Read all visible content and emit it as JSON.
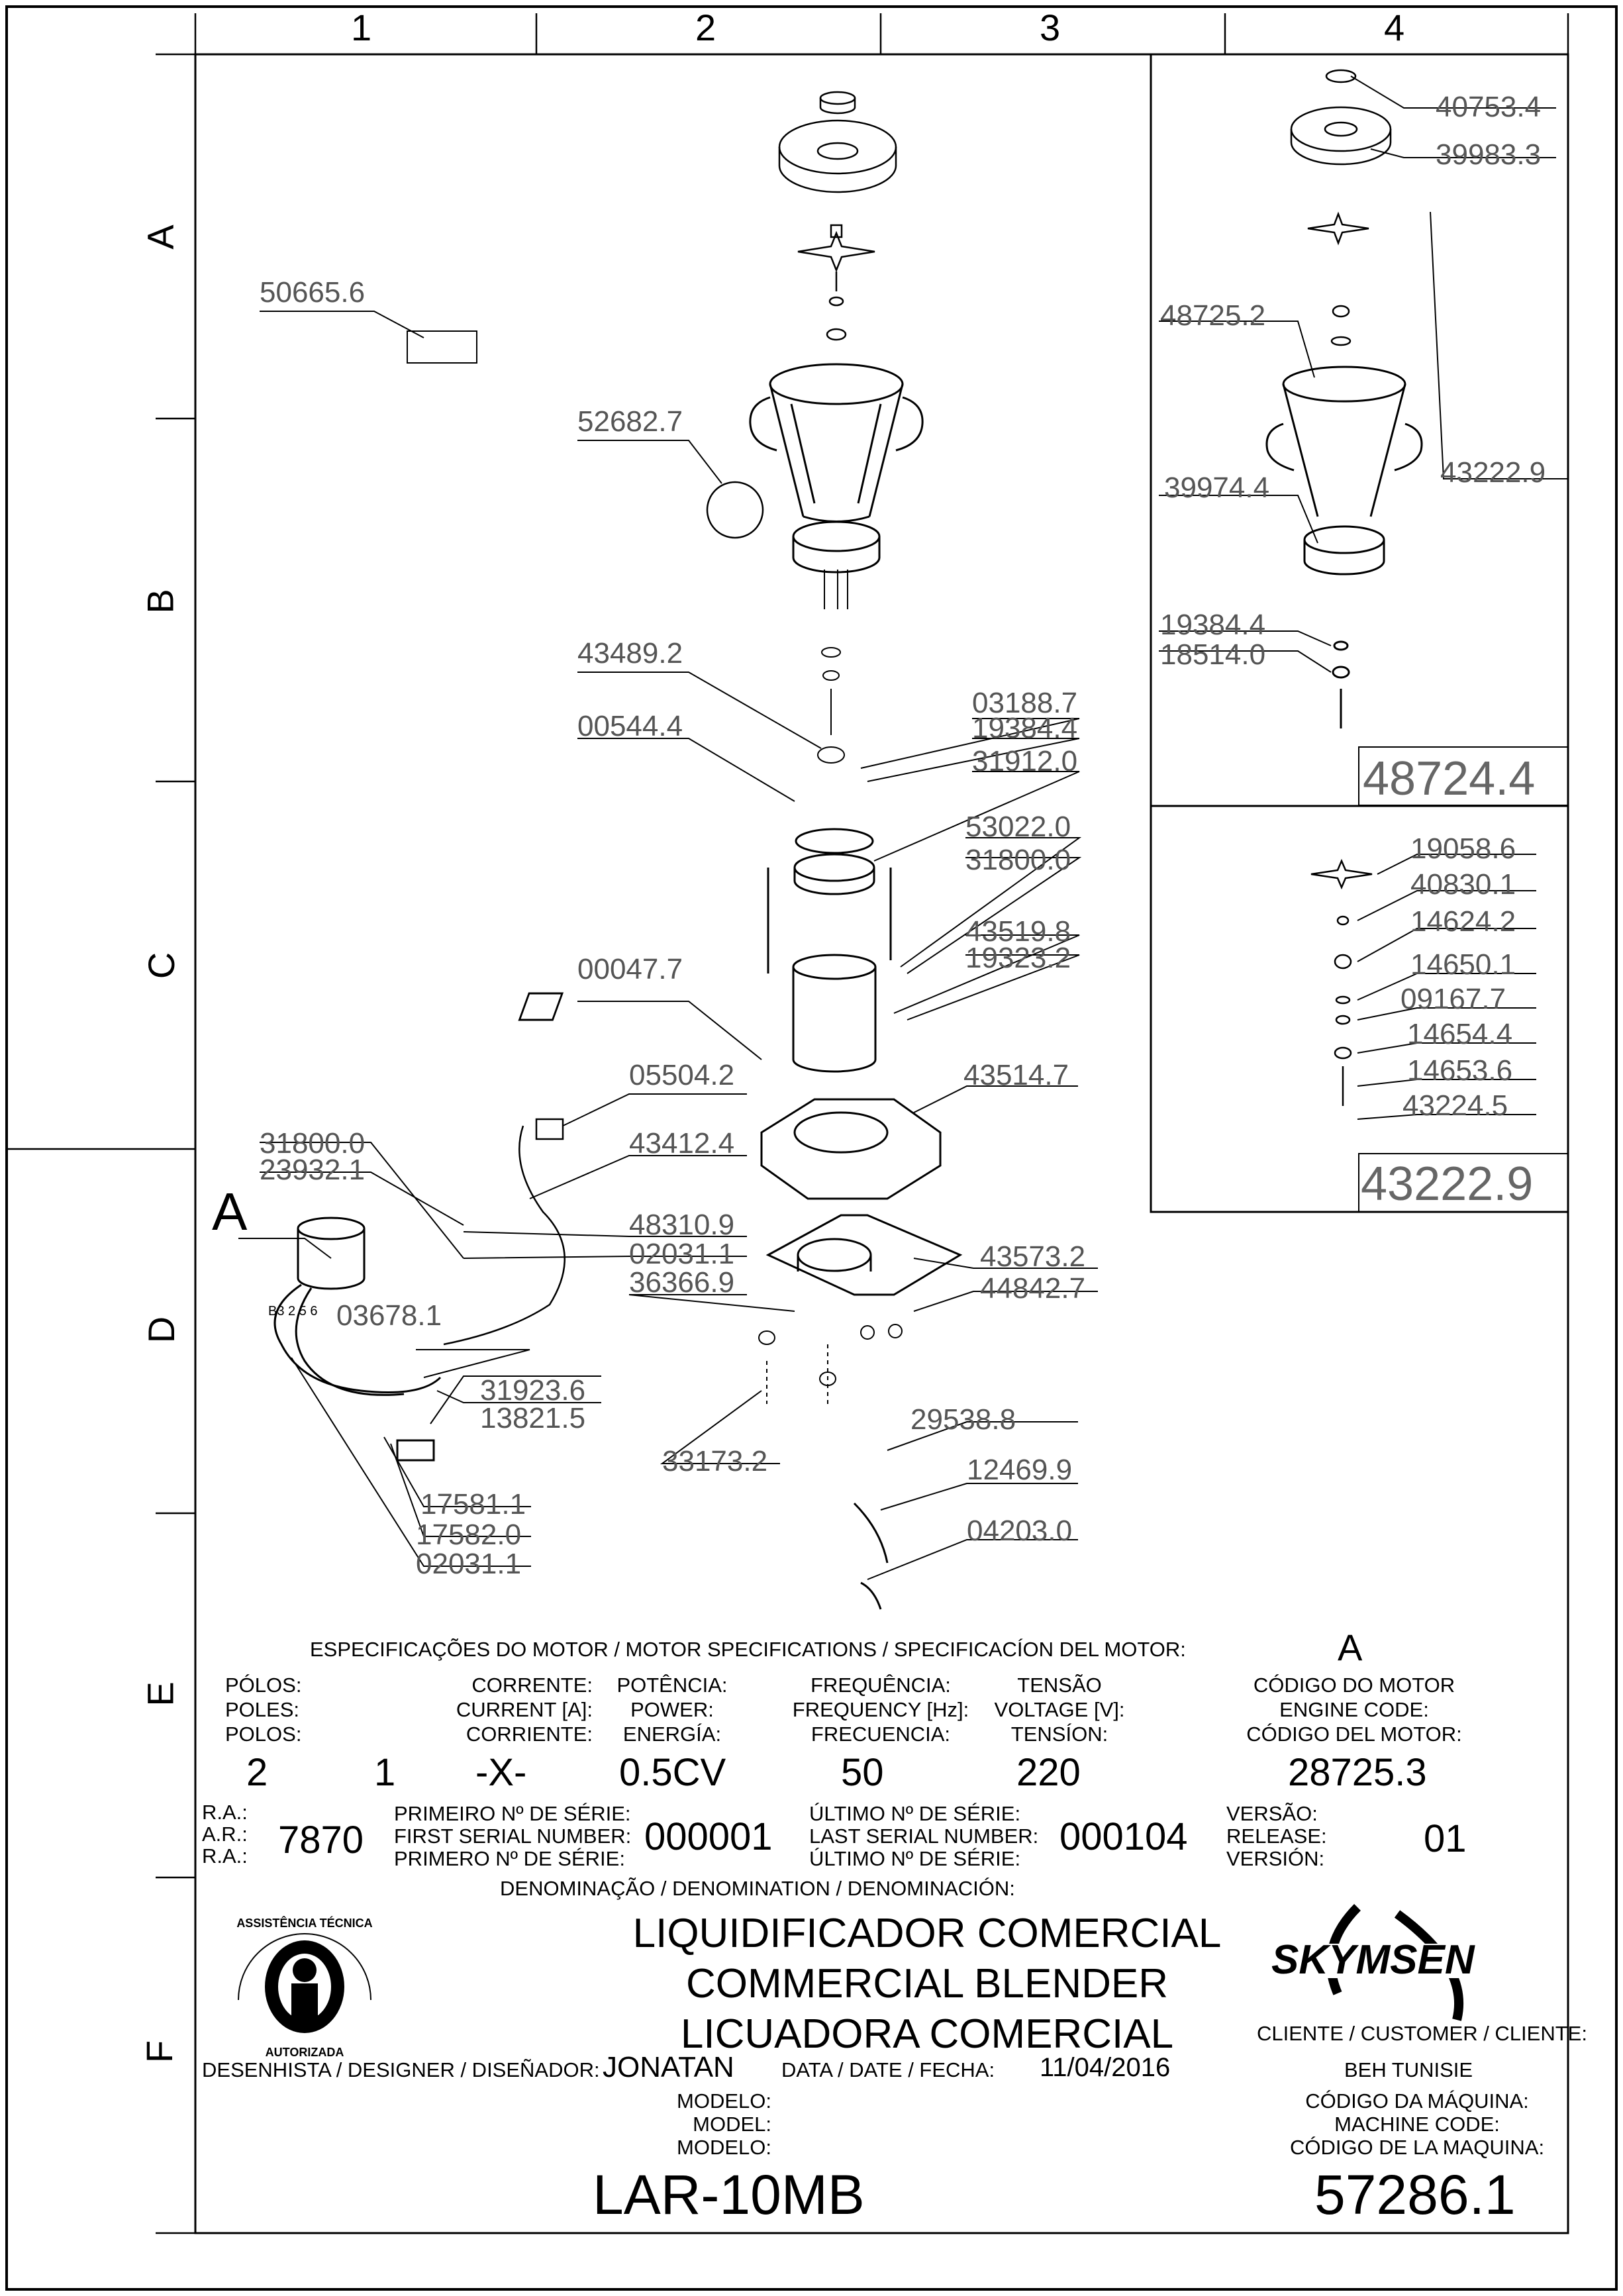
{
  "sheet": {
    "columns": [
      "1",
      "2",
      "3",
      "4"
    ],
    "rows": [
      "A",
      "B",
      "C",
      "D",
      "E",
      "F"
    ]
  },
  "parts": {
    "main": [
      "50665.6",
      "52682.7",
      "43489.2",
      "00544.4",
      "03188.7",
      "19384.4",
      "31912.0",
      "53022.0",
      "31800.0",
      "43519.8",
      "19323.2",
      "00047.7",
      "05504.2",
      "43514.7",
      "43412.4",
      "31800.0",
      "23932.1",
      "48310.9",
      "02031.1",
      "36366.9",
      "43573.2",
      "44842.7",
      "03678.1",
      "31923.6",
      "13821.5",
      "33173.2",
      "29538.8",
      "12469.9",
      "04203.0",
      "17581.1",
      "17582.0",
      "02031.1"
    ],
    "detail_a": "A",
    "wire_labels": "B3 2 5 6",
    "kit1": {
      "code": "48724.4",
      "labels": [
        "40753.4",
        "39983.3",
        "48725.2",
        "43222.9",
        "39974.4",
        "19384.4",
        "18514.0"
      ]
    },
    "kit2": {
      "code": "43222.9",
      "labels": [
        "19058.6",
        "40830.1",
        "14624.2",
        "14650.1",
        "09167.7",
        "14654.4",
        "14653.6",
        "43224.5"
      ]
    }
  },
  "specs": {
    "heading": "ESPECIFICAÇÕES DO MOTOR / MOTOR SPECIFICATIONS / SPECIFICACÍON DEL MOTOR:",
    "motor_letter": "A",
    "poles_label": [
      "PÓLOS:",
      "POLES:",
      "POLOS:"
    ],
    "current_label": [
      "CORRENTE:",
      "CURRENT [A]:",
      "CORRIENTE:"
    ],
    "power_label": [
      "POTÊNCIA:",
      "POWER:",
      "ENERGÍA:"
    ],
    "frequency_label": [
      "FREQUÊNCIA:",
      "FREQUENCY [Hz]:",
      "FRECUENCIA:"
    ],
    "voltage_label": [
      "TENSÃO",
      "VOLTAGE [V]:",
      "TENSÍON:"
    ],
    "engine_code_label": [
      "CÓDIGO DO MOTOR",
      "ENGINE CODE:",
      "CÓDIGO DEL MOTOR:"
    ],
    "poles_a": "2",
    "poles_b": "1",
    "current": "-X-",
    "power": "0.5CV",
    "frequency": "50",
    "voltage": "220",
    "engine_code": "28725.3",
    "ra_label": [
      "R.A.:",
      "A.R.:",
      "R.A.:"
    ],
    "ra": "7870",
    "first_serial_label": [
      "PRIMEIRO Nº DE SÉRIE:",
      "FIRST SERIAL NUMBER:",
      "PRIMERO Nº DE SÉRIE:"
    ],
    "first_serial": "000001",
    "last_serial_label": [
      "ÚLTIMO Nº DE SÉRIE:",
      "LAST SERIAL NUMBER:",
      "ÚLTIMO Nº DE SÉRIE:"
    ],
    "last_serial": "000104",
    "release_label": [
      "VERSÃO:",
      "RELEASE:",
      "VERSIÓN:"
    ],
    "release": "01",
    "denomination_label": "DENOMINAÇÃO / DENOMINATION / DENOMINACIÓN:",
    "denomination": [
      "LIQUIDIFICADOR COMERCIAL",
      "COMMERCIAL BLENDER",
      "LICUADORA COMERCIAL"
    ],
    "designer_label": "DESENHISTA / DESIGNER / DISEÑADOR:",
    "designer": "JONATAN",
    "date_label": "DATA / DATE / FECHA:",
    "date": "11/04/2016",
    "customer_label": "CLIENTE / CUSTOMER / CLIENTE:",
    "customer": "BEH TUNISIE",
    "model_label": [
      "MODELO:",
      "MODEL:",
      "MODELO:"
    ],
    "model": "LAR-10MB",
    "machine_code_label": [
      "CÓDIGO DA MÁQUINA:",
      "MACHINE CODE:",
      "CÓDIGO DE LA MAQUINA:"
    ],
    "machine_code": "57286.1"
  },
  "brand": {
    "name": "SKYMSEN",
    "seal_text": "ASSISTÊNCIA TÉCNICA AUTORIZADA"
  }
}
